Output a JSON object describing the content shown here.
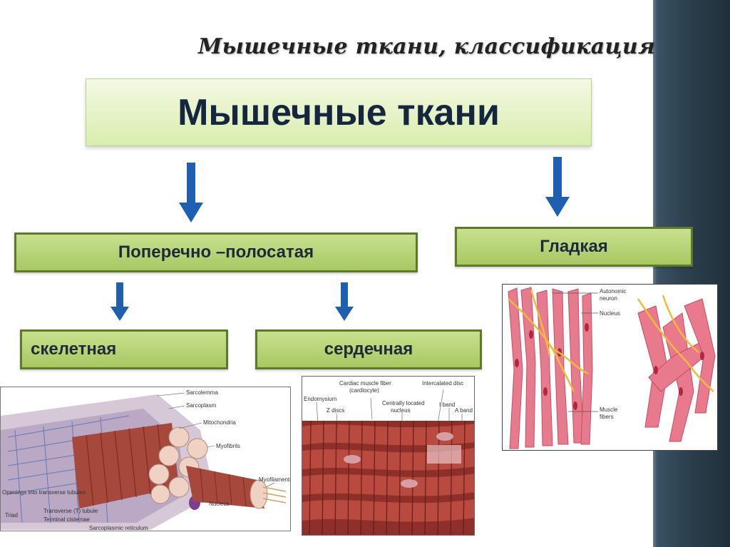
{
  "slide": {
    "title": "Мышечные ткани, классификация"
  },
  "diagram": {
    "root": "Мышечные ткани",
    "striated": "Поперечно –полосатая",
    "smooth": "Гладкая",
    "skeletal": "скелетная",
    "cardiac": "сердечная"
  },
  "images": {
    "skeletal": {
      "labels": [
        "Sarcolemma",
        "Sarcoplasm",
        "Mitochondria",
        "Myofibrils",
        "Myofilaments",
        "Nucleus",
        "Openings into transverse tubules",
        "Triad",
        "Transverse (T) tubule",
        "Terminal cisternae",
        "Sarcoplasmic reticulum"
      ]
    },
    "cardiac": {
      "labels": [
        "Cardiac muscle fiber",
        "(cardiocyte)",
        "Intercalated disc",
        "Endomysium",
        "Z discs",
        "Centrally located",
        "nucleus",
        "I band",
        "A band"
      ]
    },
    "smooth": {
      "labels": [
        "Autonomic",
        "neuron",
        "Nucleus",
        "Muscle",
        "fibers"
      ]
    }
  },
  "colors": {
    "arrow": "#1f5fb0",
    "box_green": "#b5d27a",
    "box_border": "#5b7a2c",
    "root_text": "#17263f",
    "side_panel": "#2d4150"
  }
}
